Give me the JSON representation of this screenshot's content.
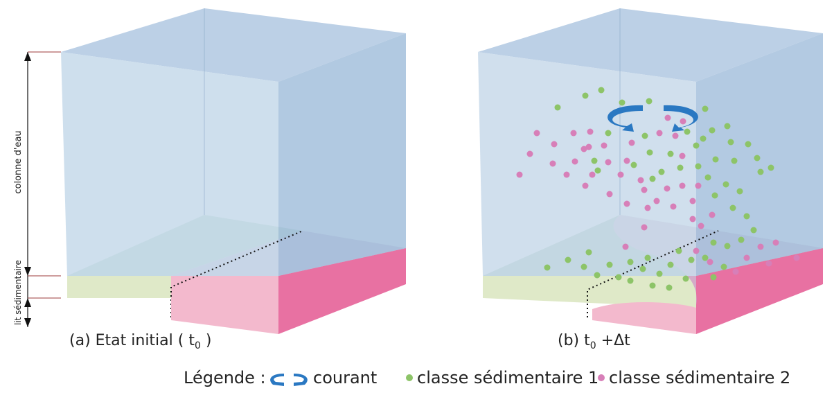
{
  "left_axis": {
    "water_column_label": "colonne d'eau",
    "sediment_bed_label": "lit sédimentaire"
  },
  "panel_a": {
    "caption_prefix": "(a) Etat initial ( t",
    "caption_sub": "0",
    "caption_suffix": " )"
  },
  "panel_b": {
    "caption_prefix": "(b) t",
    "caption_sub": "0",
    "caption_suffix": " +Δt"
  },
  "legend": {
    "title": "Légende :",
    "current_label": "courant",
    "class1_label": "classe sédimentaire 1",
    "class2_label": "classe sédimentaire 2"
  },
  "colors": {
    "water_front": "#c9dbeb",
    "water_side": "#a9c3de",
    "water_top": "#bcd0e6",
    "class1": "#8dc468",
    "class2": "#d77fb8",
    "bed_green": "#dfe9c8",
    "bed_pink_front": "#f3b9cd",
    "bed_pink_side": "#e871a2",
    "current": "#2a78c2",
    "axis": "#9c3b3b"
  },
  "icons": {
    "current": "current-arrows-icon",
    "class1": "green-dot-icon",
    "class2": "pink-dot-icon"
  }
}
